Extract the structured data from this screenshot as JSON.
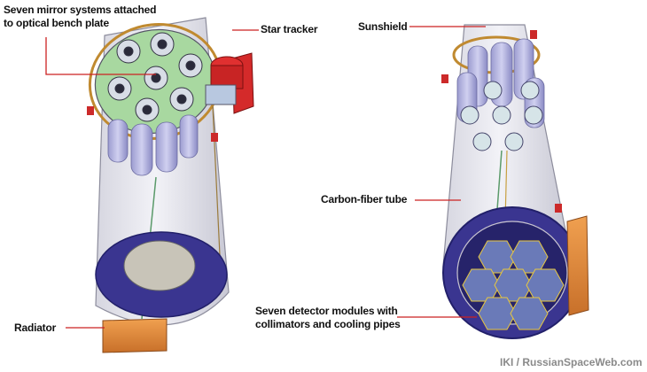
{
  "labels": {
    "mirror_systems": [
      "Seven mirror systems attached",
      "to optical bench plate"
    ],
    "star_tracker": "Star tracker",
    "radiator": "Radiator",
    "sunshield": "Sunshield",
    "carbon_fiber_tube": "Carbon-fiber tube",
    "detector_modules": [
      "Seven detector modules with",
      "collimators and cooling pipes"
    ]
  },
  "credit": "IKI / RussianSpaceWeb.com",
  "colors": {
    "callout_line": "#cc2222",
    "tube_shell": "#e4e4ec",
    "mirror_plate": "#a8d8a0",
    "mirror_cylinder": "#b8b8e0",
    "star_tracker": "#d42a2a",
    "radiator": "#e08a3a",
    "base_ring": "#3a3590",
    "detector_module": "#6a7ab8"
  }
}
